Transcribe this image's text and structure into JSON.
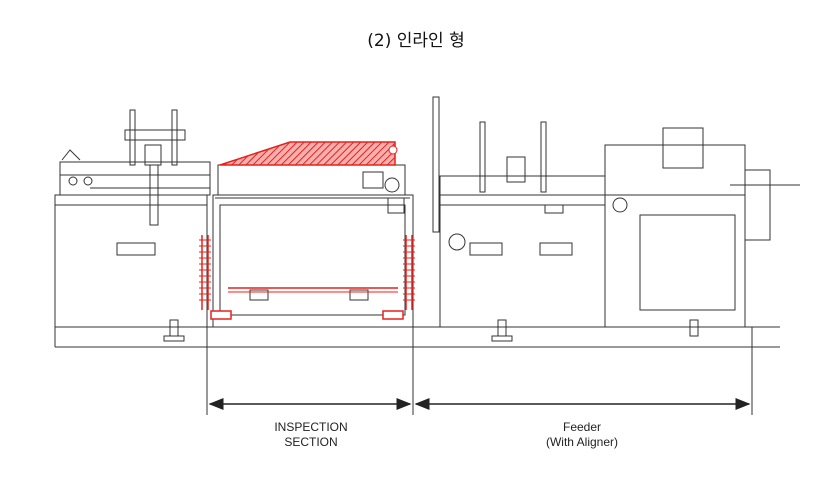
{
  "title": "(2) 인라인 형",
  "labels": {
    "inspection": [
      "INSPECTION",
      "SECTION"
    ],
    "feeder": [
      "Feeder",
      "(With Aligner)"
    ]
  },
  "colors": {
    "line": "#333333",
    "highlight": "#e8201c",
    "background": "#ffffff"
  }
}
